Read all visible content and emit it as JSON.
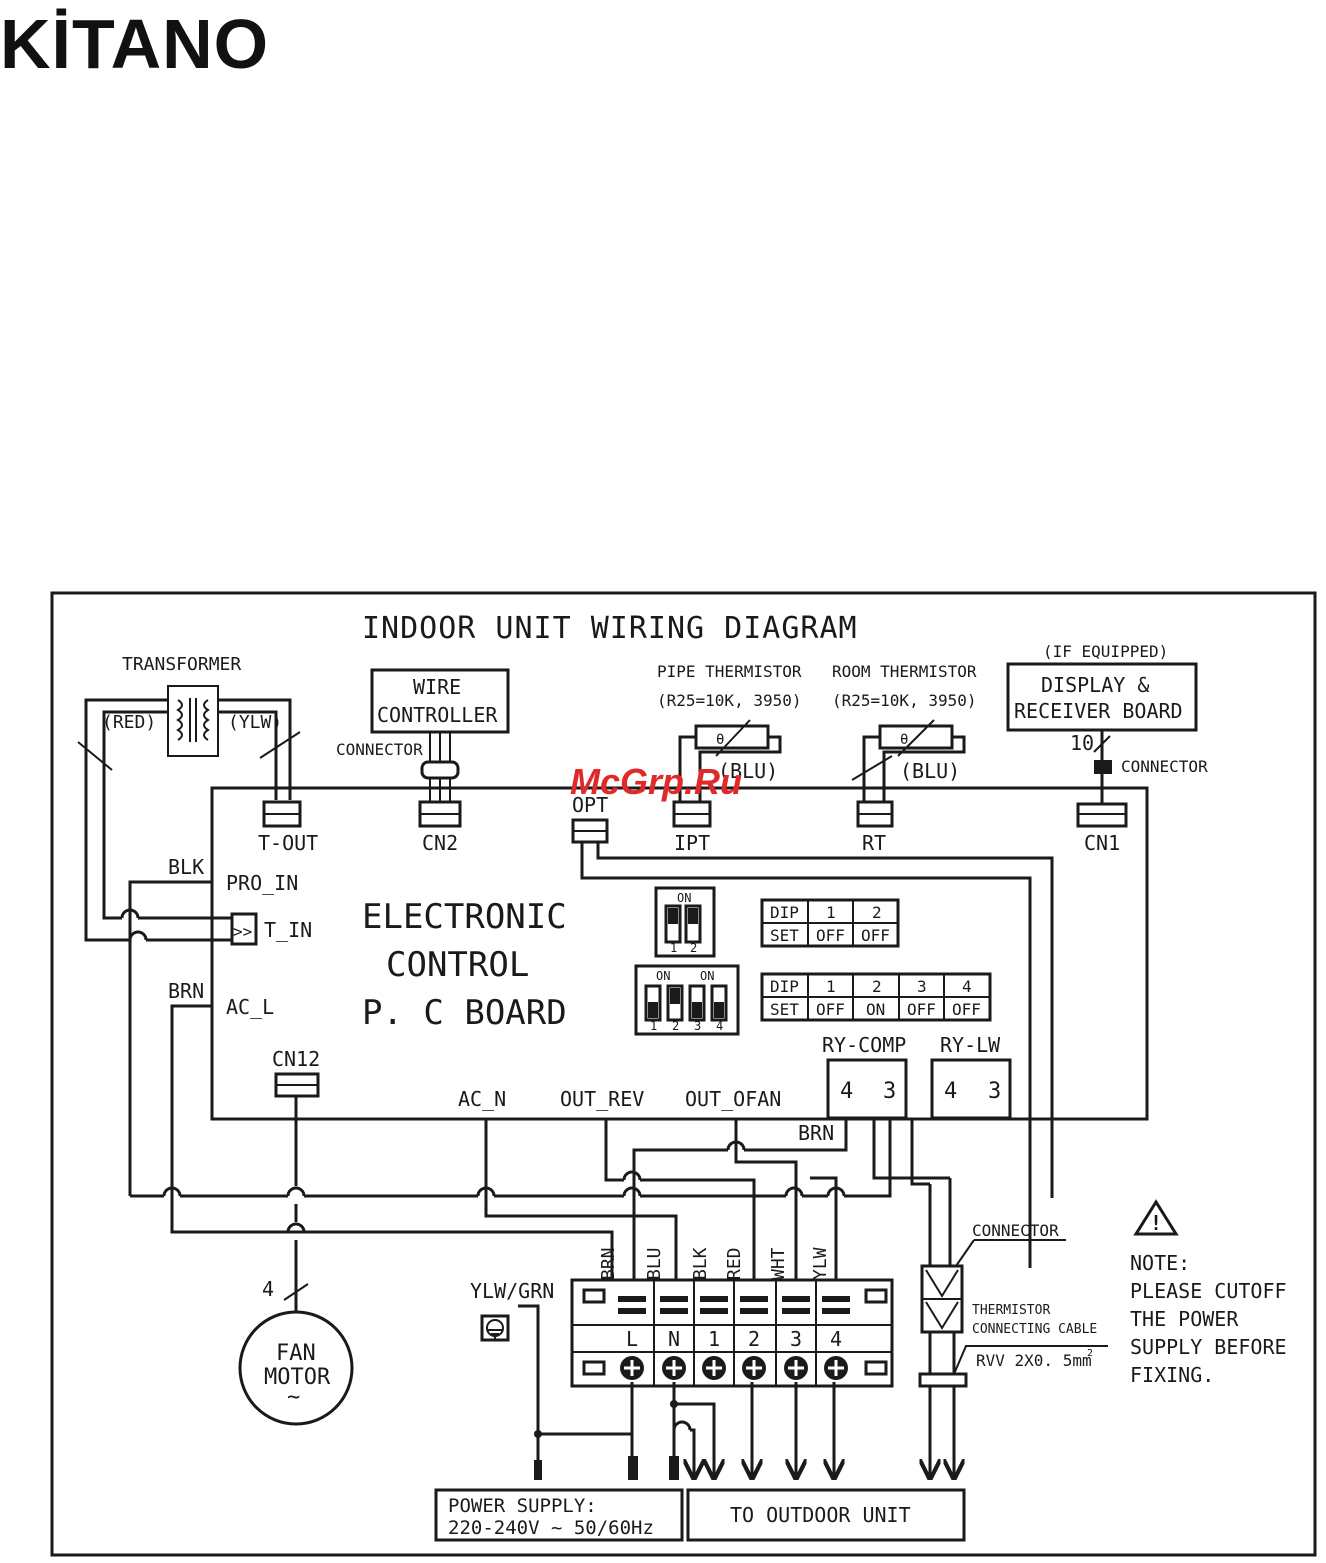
{
  "brand": {
    "logo_text": "KİTANO",
    "color": "#111111"
  },
  "watermark": {
    "text": "McGrp.Ru",
    "color": "#e0292b"
  },
  "diagram": {
    "title": "INDOOR UNIT WIRING DIAGRAM",
    "transformer": {
      "label": "TRANSFORMER",
      "left_wire": "(RED)",
      "right_wire": "(YLW)"
    },
    "wire_controller": {
      "line1": "WIRE",
      "line2": "CONTROLLER",
      "connector_label": "CONNECTOR"
    },
    "pipe_thermistor": {
      "label": "PIPE THERMISTOR",
      "spec": "(R25=10K, 3950)",
      "wire": "(BLU)"
    },
    "room_thermistor": {
      "label": "ROOM THERMISTOR",
      "spec": "(R25=10K, 3950)",
      "wire": "(BLU)"
    },
    "display_board": {
      "optional": "(IF EQUIPPED)",
      "line1": "DISPLAY &",
      "line2": "RECEIVER BOARD",
      "wires": "10",
      "connector_label": "CONNECTOR"
    },
    "connectors": {
      "t_out": "T-OUT",
      "cn2": "CN2",
      "opt": "OPT",
      "ipt": "IPT",
      "rt": "RT",
      "cn1": "CN1",
      "cn12": "CN12"
    },
    "board": {
      "line1": "ELECTRONIC",
      "line2": "CONTROL",
      "line3": "P. C BOARD",
      "pro_in": "PRO_IN",
      "t_in": "T_IN",
      "ac_l": "AC_L",
      "ac_n": "AC_N",
      "out_rev": "OUT_REV",
      "out_ofan": "OUT_OFAN"
    },
    "wire_colors": {
      "blk": "BLK",
      "brn": "BRN",
      "brn_relay": "BRN"
    },
    "dip_switch_a": {
      "on_label": "ON",
      "numbers": [
        "1",
        "2"
      ],
      "table": {
        "head": [
          "DIP",
          "1",
          "2"
        ],
        "row": [
          "SET",
          "OFF",
          "OFF"
        ]
      }
    },
    "dip_switch_b": {
      "on_left": "ON",
      "on_right": "ON",
      "numbers": [
        "1",
        "2",
        "3",
        "4"
      ],
      "table": {
        "head": [
          "DIP",
          "1",
          "2",
          "3",
          "4"
        ],
        "row": [
          "SET",
          "OFF",
          "ON",
          "OFF",
          "OFF"
        ]
      }
    },
    "relays": [
      {
        "name": "RY-COMP",
        "pin_a": "4",
        "pin_b": "3"
      },
      {
        "name": "RY-LW",
        "pin_a": "4",
        "pin_b": "3"
      }
    ],
    "terminal_block": {
      "wire_labels": [
        "BRN",
        "BLU",
        "BLK",
        "RED",
        "WHT",
        "YLW"
      ],
      "terminals": [
        "L",
        "N",
        "1",
        "2",
        "3",
        "4"
      ]
    },
    "ground": {
      "label": "YLW/GRN"
    },
    "fan_motor": {
      "line1": "FAN",
      "line2": "MOTOR",
      "symbol": "~",
      "wires": "4"
    },
    "thermistor_cable": {
      "connector": "CONNECTOR",
      "line1": "THERMISTOR",
      "line2": "CONNECTING CABLE",
      "spec": "RVV 2X0. 5mm",
      "spec_sup": "2"
    },
    "note": {
      "lines": [
        "NOTE:",
        "PLEASE CUTOFF",
        "THE POWER",
        "SUPPLY BEFORE",
        "FIXING."
      ]
    },
    "power_supply": {
      "line1": "POWER SUPPLY:",
      "line2": "220-240V ~ 50/60Hz"
    },
    "outdoor": {
      "label": "TO OUTDOOR UNIT"
    }
  }
}
